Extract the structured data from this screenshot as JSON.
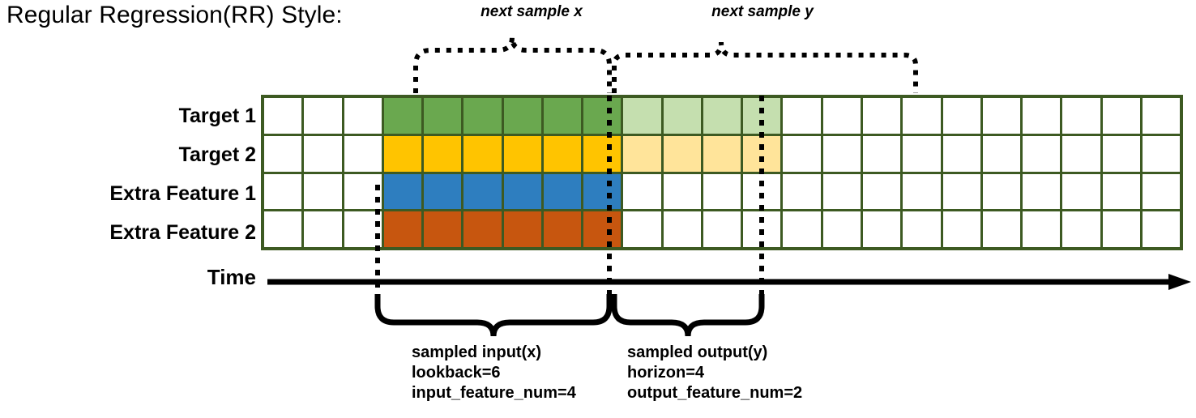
{
  "title": "Regular Regression(RR) Style:",
  "top_labels": {
    "next_x": "next sample x",
    "next_y": "next sample y"
  },
  "rows": [
    {
      "label": "Target 1",
      "fill": "#6aa84f",
      "light": "#c5dfaf",
      "has_output": true
    },
    {
      "label": "Target 2",
      "fill": "#ffc400",
      "light": "#ffe49a",
      "has_output": true
    },
    {
      "label": "Extra Feature 1",
      "fill": "#2e7ebf",
      "light": "#ffffff",
      "has_output": false
    },
    {
      "label": "Extra Feature 2",
      "fill": "#c7560f",
      "light": "#ffffff",
      "has_output": false
    }
  ],
  "grid": {
    "total_columns": 23,
    "lead_empty_columns": 3,
    "input_columns": 6,
    "output_columns": 4,
    "trailing_empty_columns": 10,
    "border_color": "#3d5a22",
    "empty_color": "#ffffff"
  },
  "time_axis": {
    "label": "Time",
    "arrow_direction": "right"
  },
  "annotations": {
    "input": {
      "line1": "sampled input(x)",
      "line2": "lookback=6",
      "line3": "input_feature_num=4"
    },
    "output": {
      "line1": "sampled output(y)",
      "line2": "horizon=4",
      "line3": "output_feature_num=2"
    }
  },
  "colors": {
    "grid_border": "#3d5a22",
    "target1": "#6aa84f",
    "target1_light": "#c5dfaf",
    "target2": "#ffc400",
    "target2_light": "#ffe49a",
    "extra1": "#2e7ebf",
    "extra2": "#c7560f",
    "line": "#000000"
  }
}
